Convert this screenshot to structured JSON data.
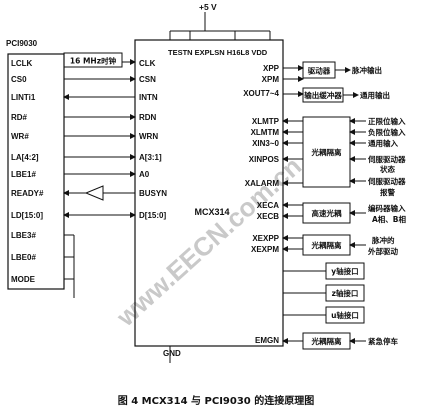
{
  "power": {
    "vcc": "+5 V",
    "gnd": "GND"
  },
  "pci": {
    "title": "PCI9030",
    "pins": [
      "LCLK",
      "CS0",
      "LINTi1",
      "RD#",
      "WR#",
      "LA[4:2]",
      "LBE1#",
      "READY#",
      "LD[15:0]",
      "LBE3#",
      "LBE0#",
      "MODE"
    ]
  },
  "clock": {
    "label": "16 MHz时钟"
  },
  "mcx": {
    "name": "MCX314",
    "top_pins": "TESTN EXPLSN  H16L8    VDD",
    "left_pins": [
      "CLK",
      "CSN",
      "INTN",
      "RDN",
      "WRN",
      "A[3:1]",
      "A0",
      "BUSYN",
      "D[15:0]"
    ],
    "right_pins": [
      "XPP",
      "XPM",
      "XOUT7~4",
      "XLMTP",
      "XLMTM",
      "XIN3~0",
      "XINPOS",
      "XALARM",
      "XECA",
      "XECB",
      "XEXPP",
      "XEXPM",
      "EMGN"
    ]
  },
  "blocks": {
    "driver": "驱动器",
    "out_buffer": "输出缓冲器",
    "opto1": "光耦隔离",
    "hs_opto": "高速光耦",
    "opto2": "光耦隔离",
    "y_axis": "y轴接口",
    "z_axis": "z轴接口",
    "u_axis": "u轴接口",
    "opto3": "光耦隔离"
  },
  "signals": {
    "pulse_out": "脉冲输出",
    "general_out": "通用输出",
    "pos_limit": "正限位输入",
    "neg_limit": "负限位输入",
    "general_in": "通用输入",
    "servo_state_1": "伺服驱动器",
    "servo_state_2": "状态",
    "servo_alarm_1": "伺服驱动器",
    "servo_alarm_2": "报警",
    "encoder_1": "编码器输入",
    "encoder_2": "A相、B相",
    "ext_pulse_1": "脉冲的",
    "ext_pulse_2": "外部驱动",
    "estop": "紧急停车"
  },
  "watermark": "www.EECN.com.cn",
  "caption": "图 4   MCX314 与 PCI9030 的连接原理图"
}
